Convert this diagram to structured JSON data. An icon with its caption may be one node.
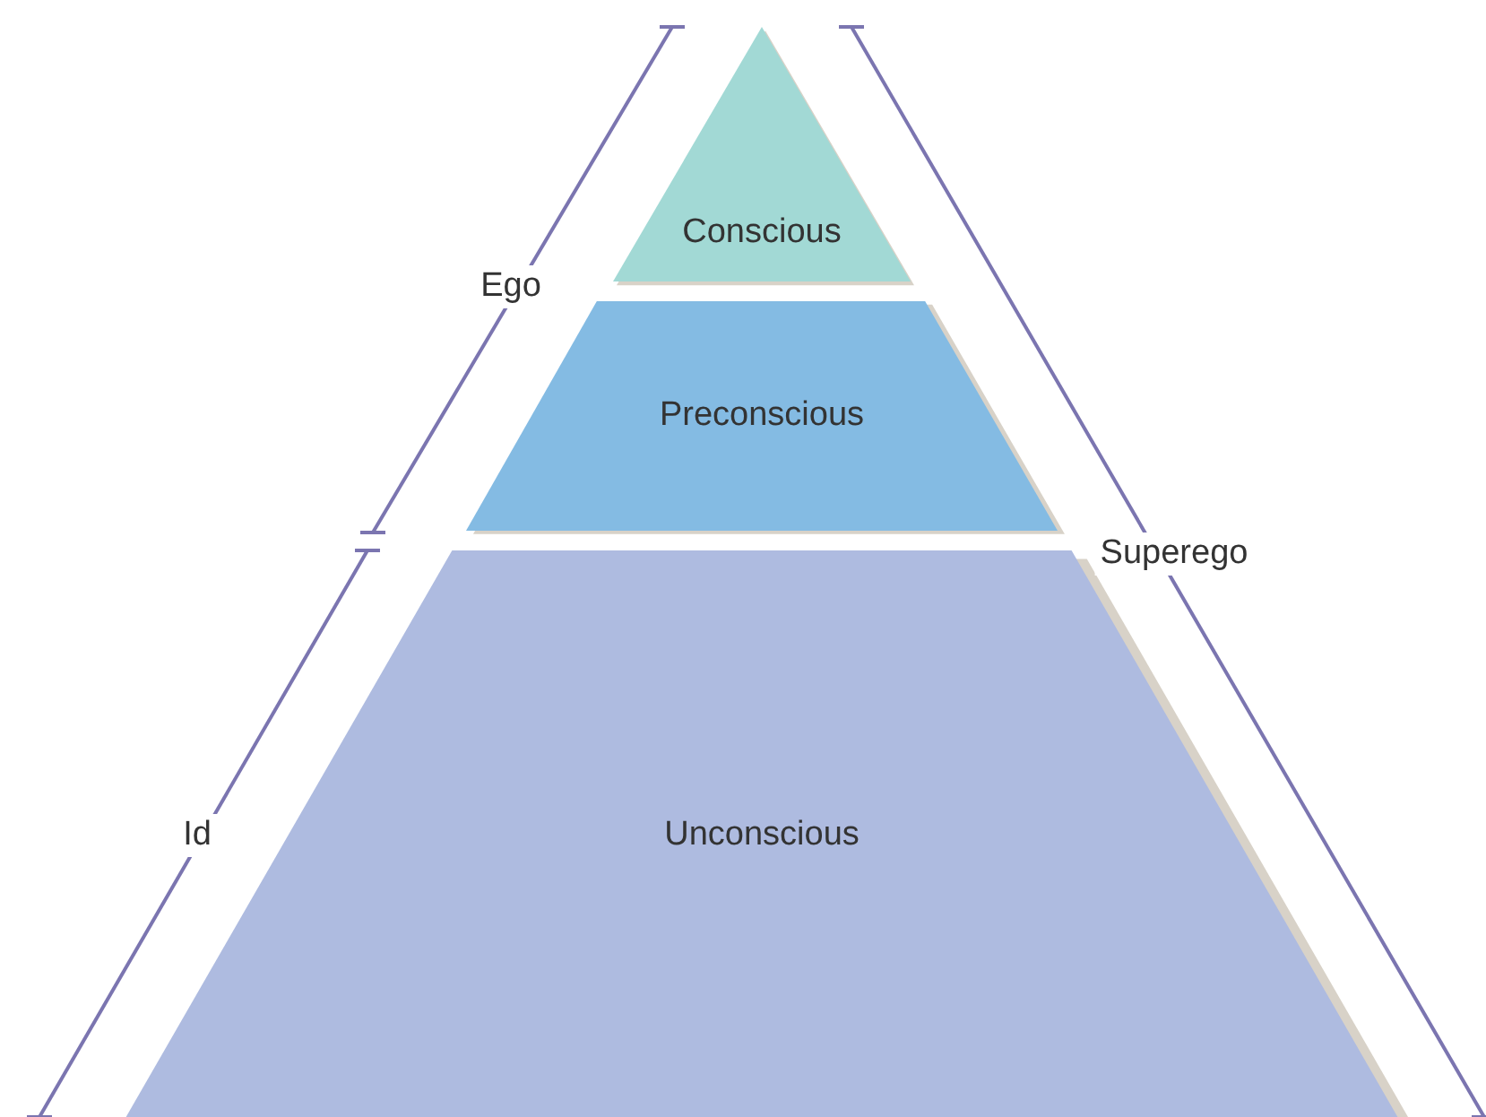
{
  "diagram": {
    "nodes": [
      {
        "text": [
          "Conscious"
        ]
      },
      {
        "text": [
          "Preconscious"
        ]
      },
      {
        "text": [
          "Unconscious"
        ]
      }
    ],
    "labels": [
      "Ego",
      "Superego",
      "Id"
    ]
  }
}
